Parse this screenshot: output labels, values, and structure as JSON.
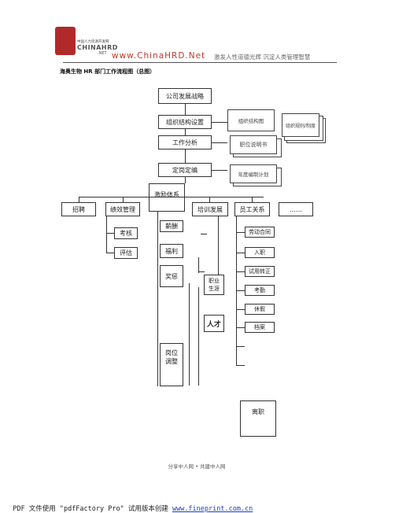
{
  "header": {
    "logo_lines": [
      "中国人力资源开发网",
      "CHINAHRD",
      ".NET"
    ],
    "site_url": "www.ChinaHRD.Net",
    "slogan": "激发人性道德光辉 沉淀人类管理智慧"
  },
  "doc_title": "海奥生物 HR 部门工作流程图（总图）",
  "chart": {
    "strategy": "公司发展战略",
    "org_setup": "组织结构设置",
    "org_chart_doc": "组织结构图",
    "org_regulation_doc": "组织规则/制度",
    "job_analysis": "工作分析",
    "job_desc_doc": "职位说明书",
    "staffing": "定岗定编",
    "staffing_plan_doc": "年度编制计划",
    "incentive": "激励体系",
    "modules": {
      "recruit": "招聘",
      "performance": "绩效管理",
      "training": "培训发展",
      "relations": "员工关系",
      "more": "……"
    },
    "perf_items": [
      "考核",
      "评估"
    ],
    "incentive_items": [
      "薪酬",
      "福利",
      "奖惩"
    ],
    "job_rotation": "岗位\n调整",
    "training_items": [
      "职业\n生涯",
      "人才"
    ],
    "relations_items": [
      "劳动合同",
      "入职",
      "试用转正",
      "考勤",
      "休假",
      "档案"
    ],
    "leave": "离职"
  },
  "footer_text": "分享中人网 • 共建中人网",
  "pdf_note": "PDF 文件使用 \"pdfFactory Pro\" 试用版本创建 ",
  "pdf_link": "www.fineprint.com.cn"
}
